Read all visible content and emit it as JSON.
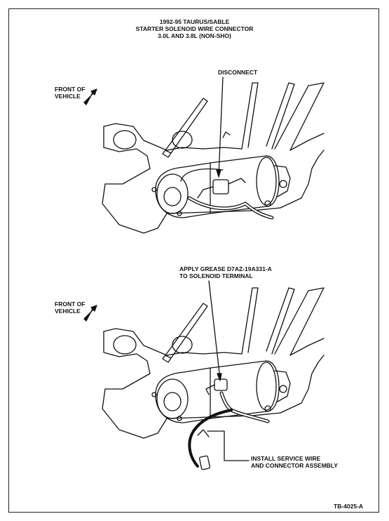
{
  "title": {
    "line1": "1992-95 TAURUS/SABLE",
    "line2": "STARTER SOLENOID WIRE CONNECTOR",
    "line3": "3.0L AND 3.8L (NON-SHO)"
  },
  "top_view": {
    "front_label_line1": "FRONT OF",
    "front_label_line2": "VEHICLE",
    "callout": "DISCONNECT"
  },
  "bottom_view": {
    "front_label_line1": "FRONT OF",
    "front_label_line2": "VEHICLE",
    "callout_line1": "APPLY GREASE D7AZ-19A331-A",
    "callout_line2": "TO SOLENOID TERMINAL",
    "callout2_line1": "INSTALL SERVICE WIRE",
    "callout2_line2": "AND CONNECTOR ASSEMBLY"
  },
  "figure_id": "TB-4025-A",
  "colors": {
    "line": "#111111",
    "background": "#ffffff"
  }
}
